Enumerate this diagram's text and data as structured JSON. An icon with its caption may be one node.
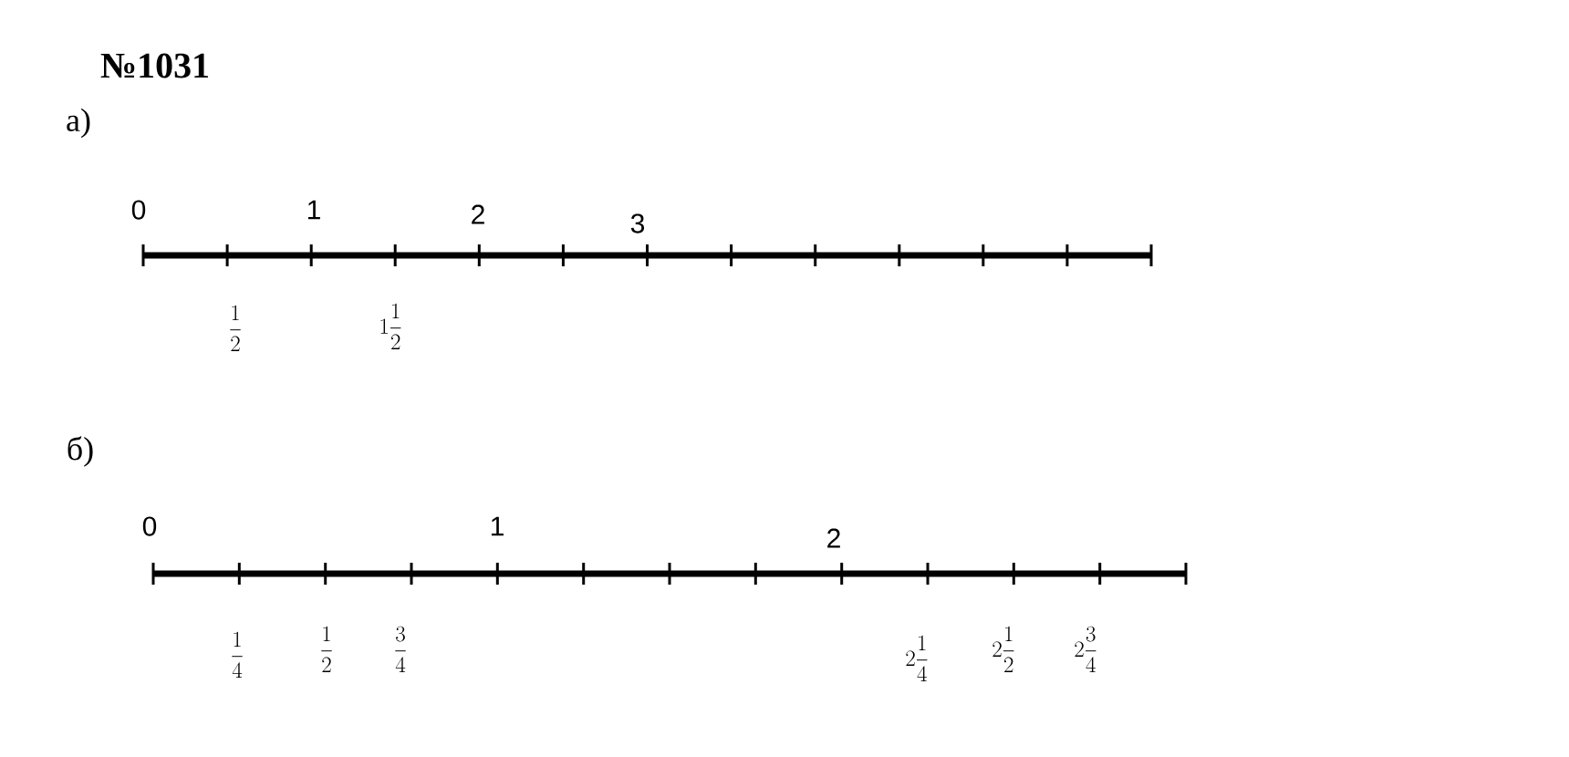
{
  "diagram": {
    "title": "№1031",
    "labels": [
      "а)",
      "0",
      "1",
      "2",
      "3",
      "\\frac{1}{2}",
      "1\\frac{1}{2}",
      "б)",
      "0",
      "1",
      "2",
      "\\frac{1}{4}",
      "\\frac{1}{2}",
      "\\frac{3}{4}",
      "2\\frac{1}{4}",
      "2\\frac{1}{2}",
      "2\\frac{3}{4}"
    ]
  }
}
